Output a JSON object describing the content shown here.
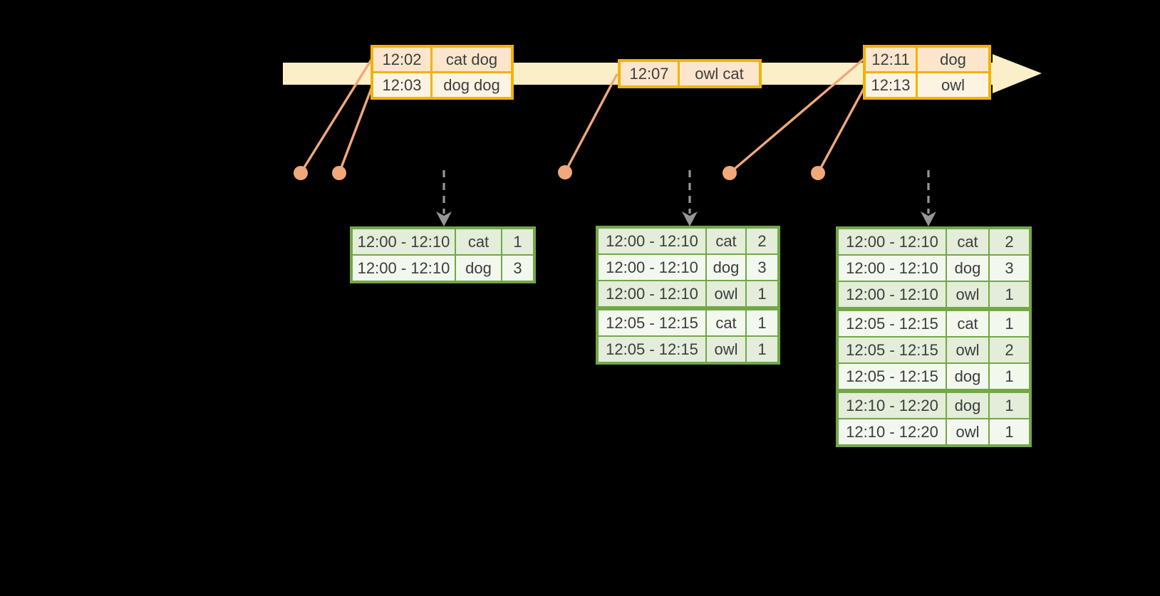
{
  "diagram": {
    "description": "windowed word-count streaming diagram",
    "colors": {
      "bg": "#000000",
      "band": "#FAEFC9",
      "orange_border": "#F0B400",
      "row_peach": "#FBE5CC",
      "row_cream": "#FDF3E3",
      "connector": "#F1A87A",
      "green_border": "#72A848",
      "row_green": "#E3EDD9",
      "row_white": "#F3F8EF",
      "arrow_gray": "#979797",
      "ink": "#3D3D3D"
    },
    "input_tables": [
      {
        "rows": [
          {
            "time": "12:02",
            "words": "cat dog"
          },
          {
            "time": "12:03",
            "words": "dog dog"
          }
        ]
      },
      {
        "rows": [
          {
            "time": "12:07",
            "words": "owl cat"
          }
        ]
      },
      {
        "rows": [
          {
            "time": "12:11",
            "words": "dog"
          },
          {
            "time": "12:13",
            "words": "owl"
          }
        ]
      }
    ],
    "result_tables": [
      {
        "group_breaks": [],
        "rows": [
          {
            "window": "12:00 - 12:10",
            "word": "cat",
            "count": 1
          },
          {
            "window": "12:00 - 12:10",
            "word": "dog",
            "count": 3
          }
        ]
      },
      {
        "group_breaks": [
          3
        ],
        "rows": [
          {
            "window": "12:00 - 12:10",
            "word": "cat",
            "count": 2
          },
          {
            "window": "12:00 - 12:10",
            "word": "dog",
            "count": 3
          },
          {
            "window": "12:00 - 12:10",
            "word": "owl",
            "count": 1
          },
          {
            "window": "12:05 - 12:15",
            "word": "cat",
            "count": 1
          },
          {
            "window": "12:05 - 12:15",
            "word": "owl",
            "count": 1
          }
        ]
      },
      {
        "group_breaks": [
          3,
          6
        ],
        "rows": [
          {
            "window": "12:00 - 12:10",
            "word": "cat",
            "count": 2
          },
          {
            "window": "12:00 - 12:10",
            "word": "dog",
            "count": 3
          },
          {
            "window": "12:00 - 12:10",
            "word": "owl",
            "count": 1
          },
          {
            "window": "12:05 - 12:15",
            "word": "cat",
            "count": 1
          },
          {
            "window": "12:05 - 12:15",
            "word": "owl",
            "count": 2
          },
          {
            "window": "12:05 - 12:15",
            "word": "dog",
            "count": 1
          },
          {
            "window": "12:10 - 12:20",
            "word": "dog",
            "count": 1
          },
          {
            "window": "12:10 - 12:20",
            "word": "owl",
            "count": 1
          }
        ]
      }
    ]
  }
}
